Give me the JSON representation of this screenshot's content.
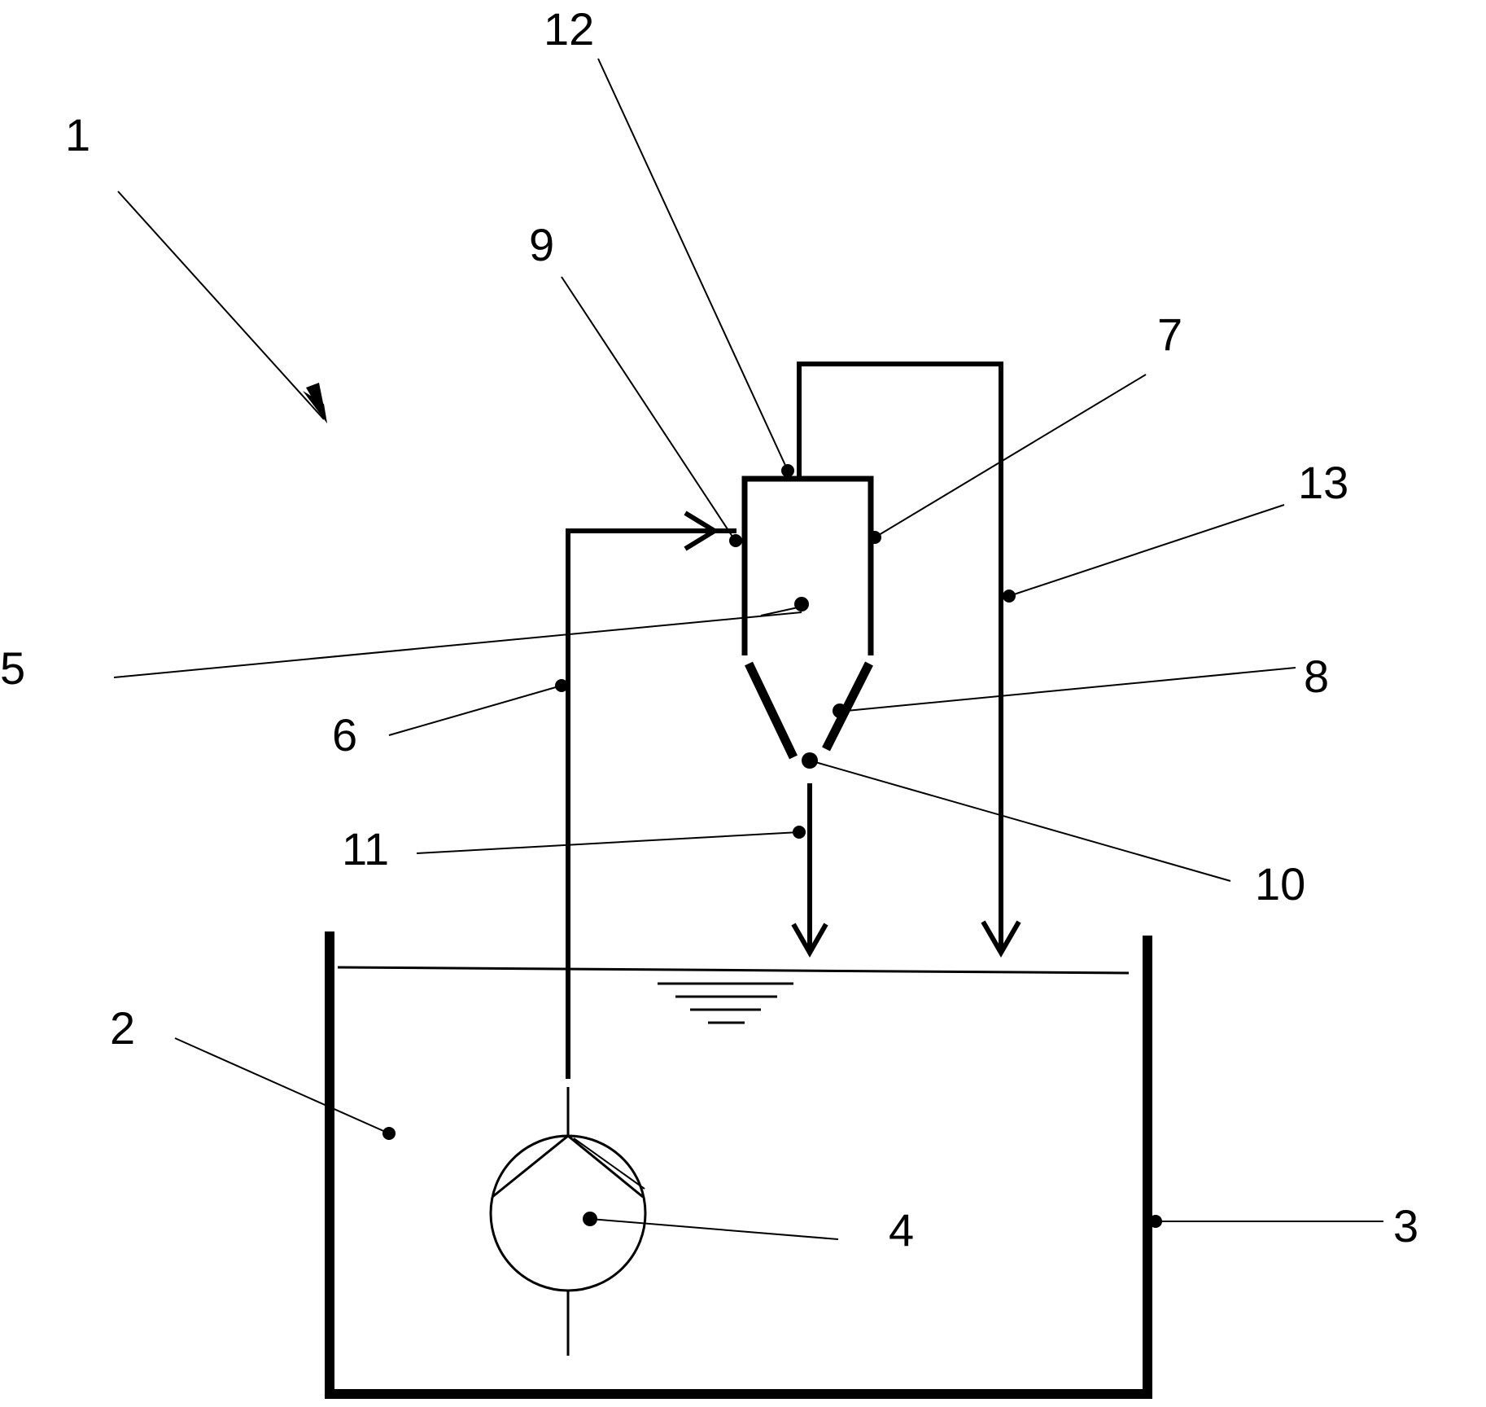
{
  "diagram": {
    "reference_labels": {
      "l1": "1",
      "l2": "2",
      "l3": "3",
      "l4": "4",
      "l5": "5",
      "l6": "6",
      "l7": "7",
      "l8": "8",
      "l9": "9",
      "l10": "10",
      "l11": "11",
      "l12": "12",
      "l13": "13"
    },
    "colors": {
      "line": "#000000",
      "background": "#ffffff"
    }
  }
}
